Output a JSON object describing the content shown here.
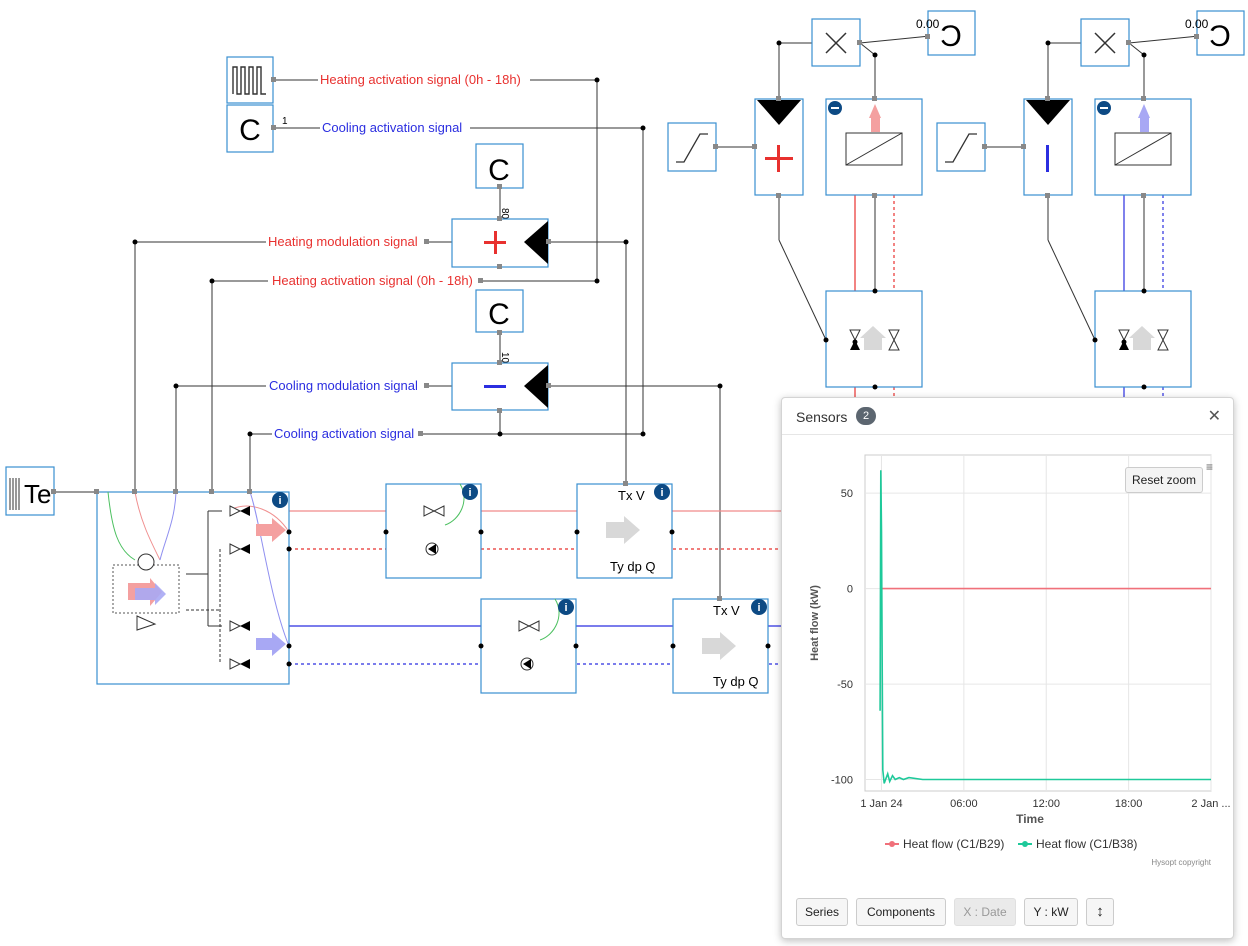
{
  "diagram": {
    "heating_activation_label": "Heating activation signal (0h - 18h)",
    "cooling_activation_label": "Cooling activation signal",
    "heating_modulation_label": "Heating modulation signal",
    "heating_activation_label_2": "Heating activation signal (0h - 18h)",
    "cooling_modulation_label": "Cooling modulation signal",
    "cooling_activation_label_2": "Cooling activation signal",
    "const_one": "1",
    "const_80": "80",
    "const_10": "10",
    "const_zero_a": "0.00",
    "const_zero_b": "0.00",
    "te_label": "Te",
    "sensor1_top": "Tx V",
    "sensor1_bottom": "Ty dp Q",
    "sensor2_top": "Tx V",
    "sensor2_bottom": "Ty dp Q",
    "colors": {
      "heating": "#e8312f",
      "cooling": "#2b2ee0",
      "box_border": "#3a8fd0",
      "info": "#0d4a84"
    }
  },
  "sensors_panel": {
    "title": "Sensors",
    "count": "2",
    "close_icon": "close-icon",
    "reset_zoom": "Reset zoom",
    "copyright": "Hysopt copyright",
    "buttons": {
      "series": "Series",
      "components": "Components",
      "x_axis": "X : Date",
      "y_axis": "Y : kW",
      "toggle_icon": "vertical-arrows-icon"
    }
  },
  "chart_data": {
    "type": "line",
    "xlabel": "Time",
    "ylabel": "Heat flow (kW)",
    "x_tick_labels": [
      "1 Jan 24",
      "06:00",
      "12:00",
      "18:00",
      "2 Jan ..."
    ],
    "x_ticks_hours": [
      0,
      6,
      12,
      18,
      24
    ],
    "y_ticks": [
      50,
      0,
      -50,
      -100
    ],
    "ylim": [
      -106,
      70
    ],
    "xlim_hours": [
      -1.2,
      24
    ],
    "grid": true,
    "legend_position": "bottom",
    "series": [
      {
        "name": "Heat flow (C1/B29)",
        "color": "#f0707a",
        "x_hours": [
          0,
          24
        ],
        "y": [
          0,
          0
        ]
      },
      {
        "name": "Heat flow (C1/B38)",
        "color": "#1ec99a",
        "x_hours": [
          -0.1,
          -0.05,
          0.0,
          0.05,
          0.1,
          0.2,
          0.3,
          0.45,
          0.6,
          0.8,
          1.0,
          1.3,
          1.6,
          2.0,
          3.0,
          4.0,
          6.0,
          9.0,
          12.0,
          15.0,
          18.0,
          21.0,
          24.0
        ],
        "y": [
          -64,
          62,
          30,
          -40,
          -95,
          -102,
          -100,
          -97,
          -101,
          -98,
          -100,
          -99,
          -100,
          -99,
          -100,
          -100,
          -100,
          -100,
          -100,
          -100,
          -100,
          -100,
          -100
        ]
      }
    ]
  }
}
